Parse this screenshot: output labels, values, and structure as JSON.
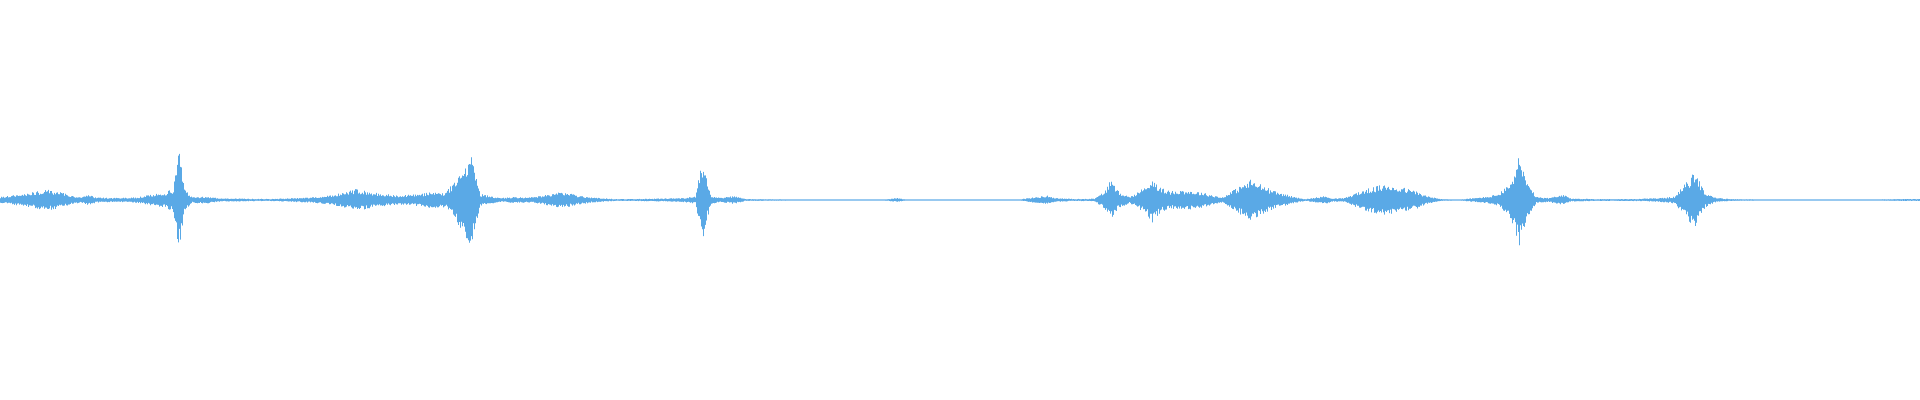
{
  "waveform": {
    "color": "#5aa9e6",
    "background": "#ffffff",
    "amplitude_envelope": [
      [
        0.0,
        0.06
      ],
      [
        0.01,
        0.11
      ],
      [
        0.018,
        0.16
      ],
      [
        0.024,
        0.2
      ],
      [
        0.03,
        0.17
      ],
      [
        0.036,
        0.1
      ],
      [
        0.042,
        0.05
      ],
      [
        0.046,
        0.1
      ],
      [
        0.05,
        0.05
      ],
      [
        0.06,
        0.04
      ],
      [
        0.07,
        0.05
      ],
      [
        0.078,
        0.1
      ],
      [
        0.085,
        0.14
      ],
      [
        0.09,
        0.22
      ],
      [
        0.093,
        1.0
      ],
      [
        0.096,
        0.2
      ],
      [
        0.1,
        0.06
      ],
      [
        0.108,
        0.07
      ],
      [
        0.115,
        0.03
      ],
      [
        0.125,
        0.03
      ],
      [
        0.14,
        0.02
      ],
      [
        0.16,
        0.05
      ],
      [
        0.17,
        0.08
      ],
      [
        0.178,
        0.14
      ],
      [
        0.185,
        0.22
      ],
      [
        0.192,
        0.16
      ],
      [
        0.2,
        0.12
      ],
      [
        0.208,
        0.09
      ],
      [
        0.218,
        0.12
      ],
      [
        0.226,
        0.16
      ],
      [
        0.232,
        0.14
      ],
      [
        0.2455,
        0.9
      ],
      [
        0.25,
        0.12
      ],
      [
        0.26,
        0.04
      ],
      [
        0.268,
        0.06
      ],
      [
        0.275,
        0.05
      ],
      [
        0.282,
        0.08
      ],
      [
        0.288,
        0.13
      ],
      [
        0.293,
        0.16
      ],
      [
        0.3,
        0.1
      ],
      [
        0.308,
        0.05
      ],
      [
        0.32,
        0.02
      ],
      [
        0.33,
        0.02
      ],
      [
        0.345,
        0.03
      ],
      [
        0.355,
        0.04
      ],
      [
        0.362,
        0.07
      ],
      [
        0.3655,
        0.8
      ],
      [
        0.37,
        0.08
      ],
      [
        0.375,
        0.04
      ],
      [
        0.382,
        0.08
      ],
      [
        0.388,
        0.02
      ],
      [
        0.42,
        0.01
      ],
      [
        0.44,
        0.01
      ],
      [
        0.46,
        0.01
      ],
      [
        0.467,
        0.04
      ],
      [
        0.472,
        0.01
      ],
      [
        0.5,
        0.01
      ],
      [
        0.53,
        0.01
      ],
      [
        0.5455,
        0.09
      ],
      [
        0.5495,
        0.04
      ],
      [
        0.56,
        0.02
      ],
      [
        0.57,
        0.03
      ],
      [
        0.575,
        0.17
      ],
      [
        0.578,
        0.4
      ],
      [
        0.582,
        0.18
      ],
      [
        0.588,
        0.06
      ],
      [
        0.592,
        0.15
      ],
      [
        0.597,
        0.28
      ],
      [
        0.6,
        0.45
      ],
      [
        0.604,
        0.25
      ],
      [
        0.609,
        0.17
      ],
      [
        0.614,
        0.2
      ],
      [
        0.62,
        0.18
      ],
      [
        0.626,
        0.15
      ],
      [
        0.631,
        0.1
      ],
      [
        0.636,
        0.05
      ],
      [
        0.645,
        0.26
      ],
      [
        0.651,
        0.4
      ],
      [
        0.657,
        0.3
      ],
      [
        0.663,
        0.18
      ],
      [
        0.668,
        0.13
      ],
      [
        0.674,
        0.06
      ],
      [
        0.68,
        0.02
      ],
      [
        0.69,
        0.08
      ],
      [
        0.694,
        0.03
      ],
      [
        0.7,
        0.04
      ],
      [
        0.706,
        0.14
      ],
      [
        0.712,
        0.22
      ],
      [
        0.718,
        0.28
      ],
      [
        0.724,
        0.3
      ],
      [
        0.73,
        0.25
      ],
      [
        0.737,
        0.18
      ],
      [
        0.743,
        0.08
      ],
      [
        0.75,
        0.02
      ],
      [
        0.76,
        0.01
      ],
      [
        0.768,
        0.04
      ],
      [
        0.775,
        0.07
      ],
      [
        0.78,
        0.12
      ],
      [
        0.786,
        0.3
      ],
      [
        0.791,
        0.9
      ],
      [
        0.795,
        0.35
      ],
      [
        0.8,
        0.06
      ],
      [
        0.806,
        0.04
      ],
      [
        0.814,
        0.1
      ],
      [
        0.818,
        0.03
      ],
      [
        0.83,
        0.02
      ],
      [
        0.85,
        0.02
      ],
      [
        0.865,
        0.04
      ],
      [
        0.872,
        0.07
      ],
      [
        0.8825,
        0.55
      ],
      [
        0.888,
        0.15
      ],
      [
        0.893,
        0.05
      ],
      [
        0.9,
        0.02
      ],
      [
        0.92,
        0.01
      ],
      [
        0.95,
        0.01
      ],
      [
        0.975,
        0.01
      ],
      [
        0.99,
        0.02
      ],
      [
        1.0,
        0.02
      ]
    ]
  }
}
